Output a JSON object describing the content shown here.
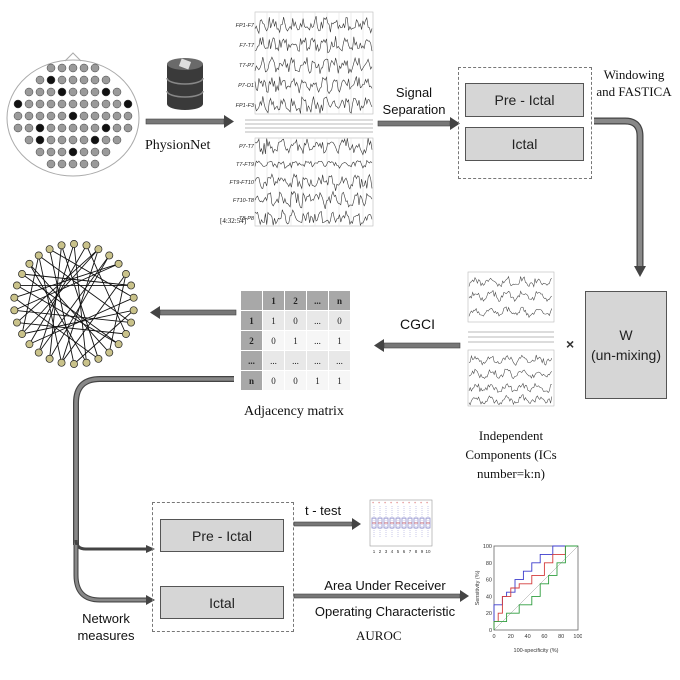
{
  "eeg_channels_top": [
    "FP1-F7",
    "F7-T7",
    "T7-P7",
    "P7-O1",
    "FP1-F3"
  ],
  "eeg_channels_bottom": [
    "P7-T7",
    "T7-FT9",
    "FT9-FT10",
    "FT10-T8",
    "T8-P8"
  ],
  "eeg_timestamp": "[4:32:54]",
  "source_label": "PhysionNet",
  "signal_separation_label": "Signal Separation",
  "windowing_label": "Windowing and FASTICA",
  "stage1": {
    "pre_ictal": "Pre - Ictal",
    "ictal": "Ictal"
  },
  "w_box": {
    "title": "W",
    "subtitle": "(un-mixing)"
  },
  "multiply_symbol": "×",
  "ic_label": "Independent Components (ICs number=k:n)",
  "cgci_label": "CGCI",
  "adjacency": {
    "caption": "Adjacency matrix",
    "header": [
      "",
      "1",
      "2",
      "...",
      "n"
    ],
    "rows": [
      [
        "1",
        "1",
        "0",
        "...",
        "0"
      ],
      [
        "2",
        "0",
        "1",
        "...",
        "1"
      ],
      [
        "...",
        "...",
        "...",
        "...",
        "..."
      ],
      [
        "n",
        "0",
        "0",
        "1",
        "1"
      ]
    ]
  },
  "network_measures_label": "Network measures",
  "stage2": {
    "pre_ictal": "Pre - Ictal",
    "ictal": "Ictal"
  },
  "ttest_label": "t - test",
  "auroc_description": "Area Under Receiver Operating Characteristic",
  "auroc_label": "AUROC",
  "boxplot": {
    "x_ticks": [
      "1",
      "2",
      "3",
      "4",
      "5",
      "6",
      "7",
      "8",
      "9",
      "10"
    ]
  },
  "roc": {
    "x_ticks": [
      "0",
      "20",
      "40",
      "60",
      "80",
      "100"
    ],
    "y_ticks": [
      "0",
      "20",
      "40",
      "60",
      "80",
      "100"
    ],
    "xlabel": "100-specificity (%)",
    "ylabel": "Sensitivity (%)",
    "colors": [
      "#3b3bcc",
      "#d43a3a",
      "#2f9e3f"
    ]
  }
}
